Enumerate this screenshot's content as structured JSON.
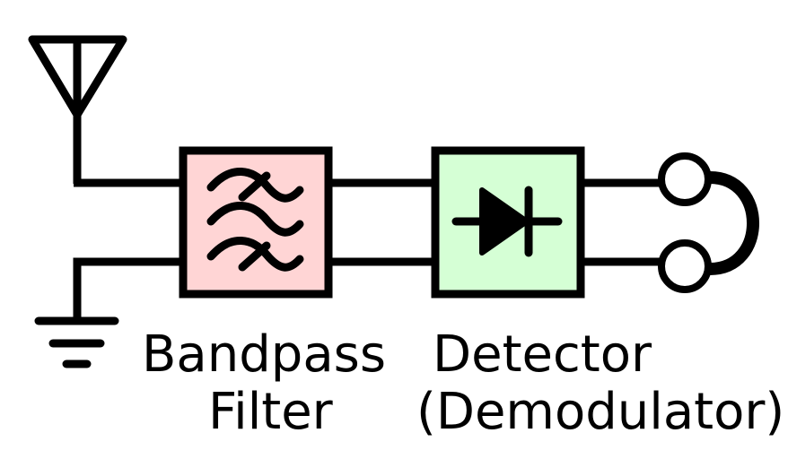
{
  "diagram": {
    "title": "Crystal radio receiver block diagram",
    "components": [
      {
        "id": "antenna",
        "type": "antenna-icon"
      },
      {
        "id": "ground",
        "type": "ground-icon"
      },
      {
        "id": "bandpass-filter",
        "type": "filter-block",
        "label_line1": "Bandpass",
        "label_line2": "Filter",
        "fill": "#ffd5d5",
        "symbol": "filter-waves-icon"
      },
      {
        "id": "detector",
        "type": "detector-block",
        "label_line1": "Detector",
        "label_line2": "(Demodulator)",
        "fill": "#d5ffd5",
        "symbol": "diode-icon"
      },
      {
        "id": "earphone",
        "type": "earphone-icon"
      }
    ],
    "colors": {
      "stroke": "#000000",
      "filter_fill": "#ffd5d5",
      "detector_fill": "#d5ffd5",
      "background": "#ffffff"
    }
  }
}
